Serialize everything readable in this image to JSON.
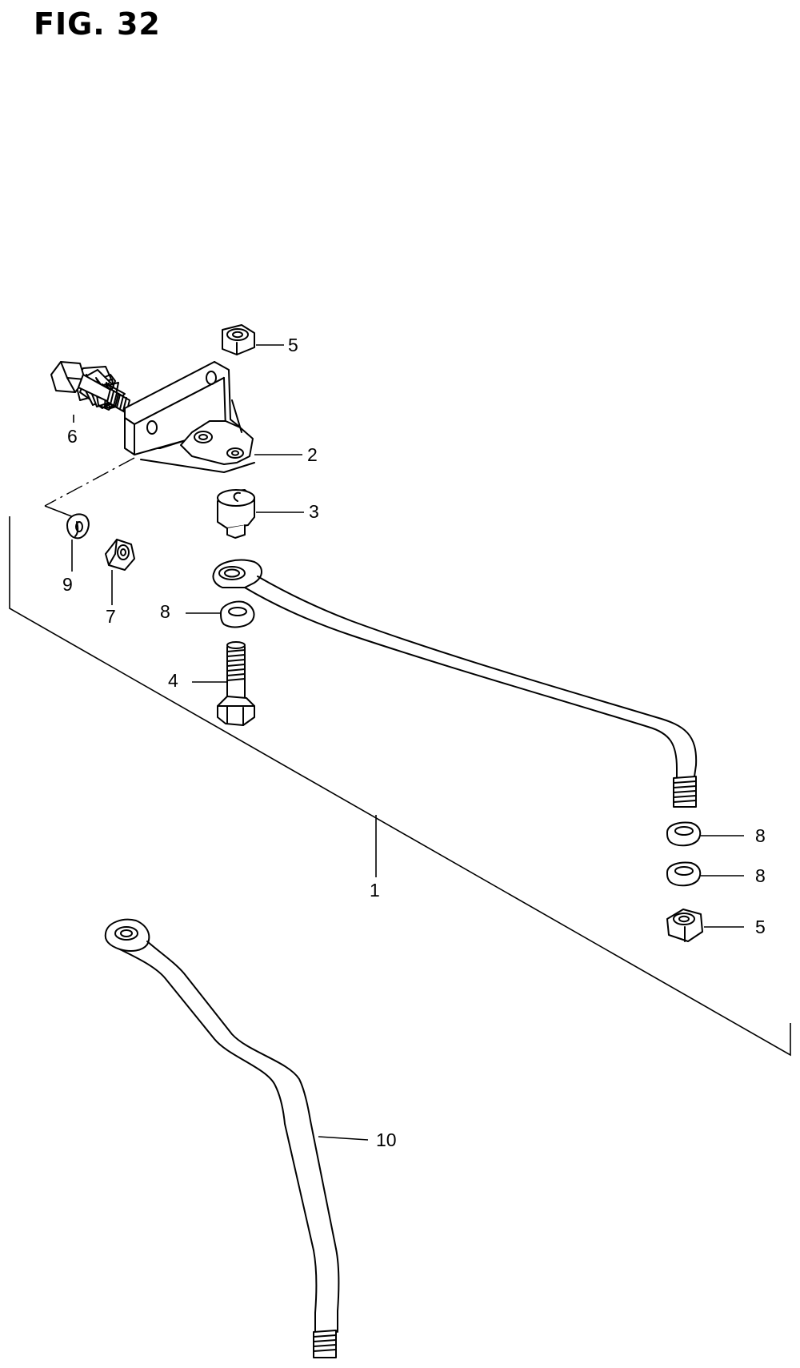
{
  "figure": {
    "title": "FIG. 32"
  },
  "callouts": {
    "c1": "1",
    "c2": "2",
    "c3": "3",
    "c4": "4",
    "c5a": "5",
    "c5b": "5",
    "c6": "6",
    "c7": "7",
    "c8a": "8",
    "c8b": "8",
    "c8c": "8",
    "c9": "9",
    "c10": "10"
  }
}
